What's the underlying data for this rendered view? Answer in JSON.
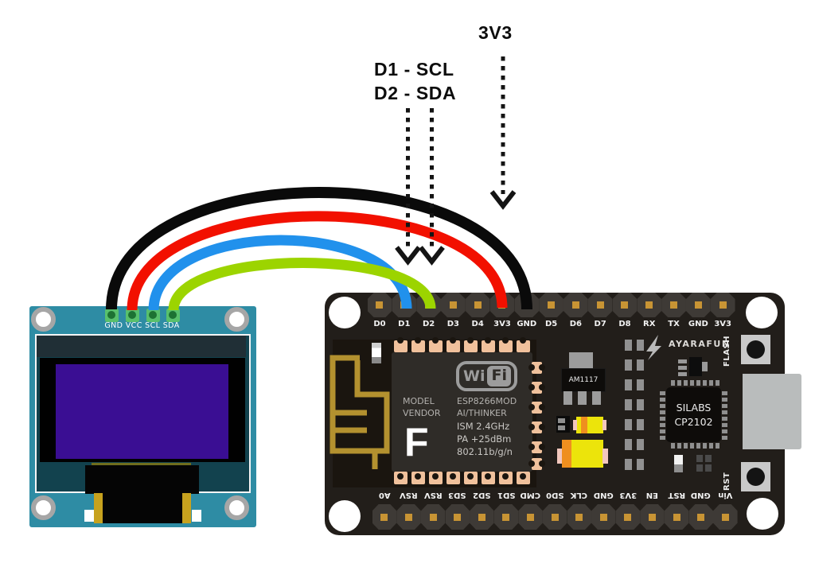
{
  "annotations": {
    "pin_3v3": "3V3",
    "pin_d1": "D1 - SCL",
    "pin_d2": "D2 - SDA"
  },
  "oled": {
    "pin_row_label": "GND VCC SCL SDA",
    "pins": [
      "GND",
      "VCC",
      "SCL",
      "SDA"
    ]
  },
  "nodemcu": {
    "top_pins": [
      "D0",
      "D1",
      "D2",
      "D3",
      "D4",
      "3V3",
      "GND",
      "D5",
      "D6",
      "D7",
      "D8",
      "RX",
      "TX",
      "GND",
      "3V3"
    ],
    "bottom_pins": [
      "A0",
      "RSV",
      "RSV",
      "SD3",
      "SD2",
      "SD1",
      "CMD",
      "SD0",
      "CLK",
      "GND",
      "3V3",
      "EN",
      "RST",
      "GND",
      "Vin"
    ],
    "brand": "AYARAFUN",
    "flash_label": "FLASH",
    "rst_label": "RST",
    "regulator_label": "AM1117",
    "usb_chip_line1": "SILABS",
    "usb_chip_line2": "CP2102",
    "esp_module": {
      "wifi_wi": "Wi",
      "wifi_fi": "Fi",
      "fcc_letter": "F",
      "left_col_line1": "MODEL",
      "left_col_line2": "VENDOR",
      "right_col_line1": "ESP8266MOD",
      "right_col_line2": "AI/THINKER",
      "spec1": "ISM 2.4GHz",
      "spec2": "PA +25dBm",
      "spec3": "802.11b/g/n"
    }
  },
  "wires": {
    "gnd": {
      "color": "#0A0A0A"
    },
    "vcc": {
      "color": "#F21000"
    },
    "scl": {
      "color": "#2191EC"
    },
    "sda": {
      "color": "#9CD400"
    }
  },
  "colors": {
    "board": "#221E1A",
    "esp_zone": "#1A150F",
    "shield": "#2F2C28",
    "copper": "#F0C19C",
    "gold": "#C89434",
    "header": "#3E3A36",
    "oled_pcb": "#2E8CA4",
    "oled_inner": "#12424E",
    "oled_screen": "#3A0E93",
    "pad_green": "#58C06C",
    "pad_green_dark": "#1D7233",
    "antenna": "#B3912F",
    "arrow": "#141414",
    "silver": "#9C9C9C"
  }
}
